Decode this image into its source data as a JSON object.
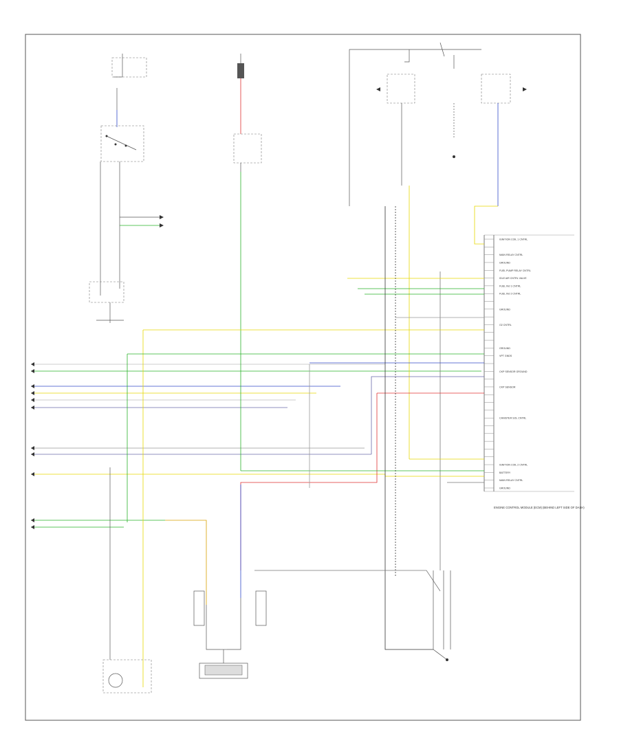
{
  "diagram": {
    "title": "",
    "footer_code": "",
    "connector_pin_labels": [
      "IGNITION COIL 1 CNTRL",
      "",
      "MAIN RELAY CNTRL",
      "GROUND",
      "FUEL PUMP RELAY CNTRL",
      "IDLE AIR CNTRL VALVE",
      "FUEL INJ 1 CNTRL",
      "FUEL INJ 2 CNTRL",
      "",
      "GROUND",
      "",
      "O2 CNTRL",
      "",
      "",
      "GROUND",
      "VPT GNDS",
      "",
      "CKP SENSOR GROUND",
      "",
      "CKP SENSOR",
      "",
      "",
      "",
      "CANISTER SOL CNTRL",
      "",
      "",
      "",
      "",
      "",
      "IGNITION COIL 2 CNTRL",
      "BATTERY",
      "MAIN RELAY CNTRL",
      "GROUND"
    ],
    "ecm_name": "ENGINE CONTROL MODULE (ECM) (BEHIND LEFT SIDE OF DASH)"
  }
}
